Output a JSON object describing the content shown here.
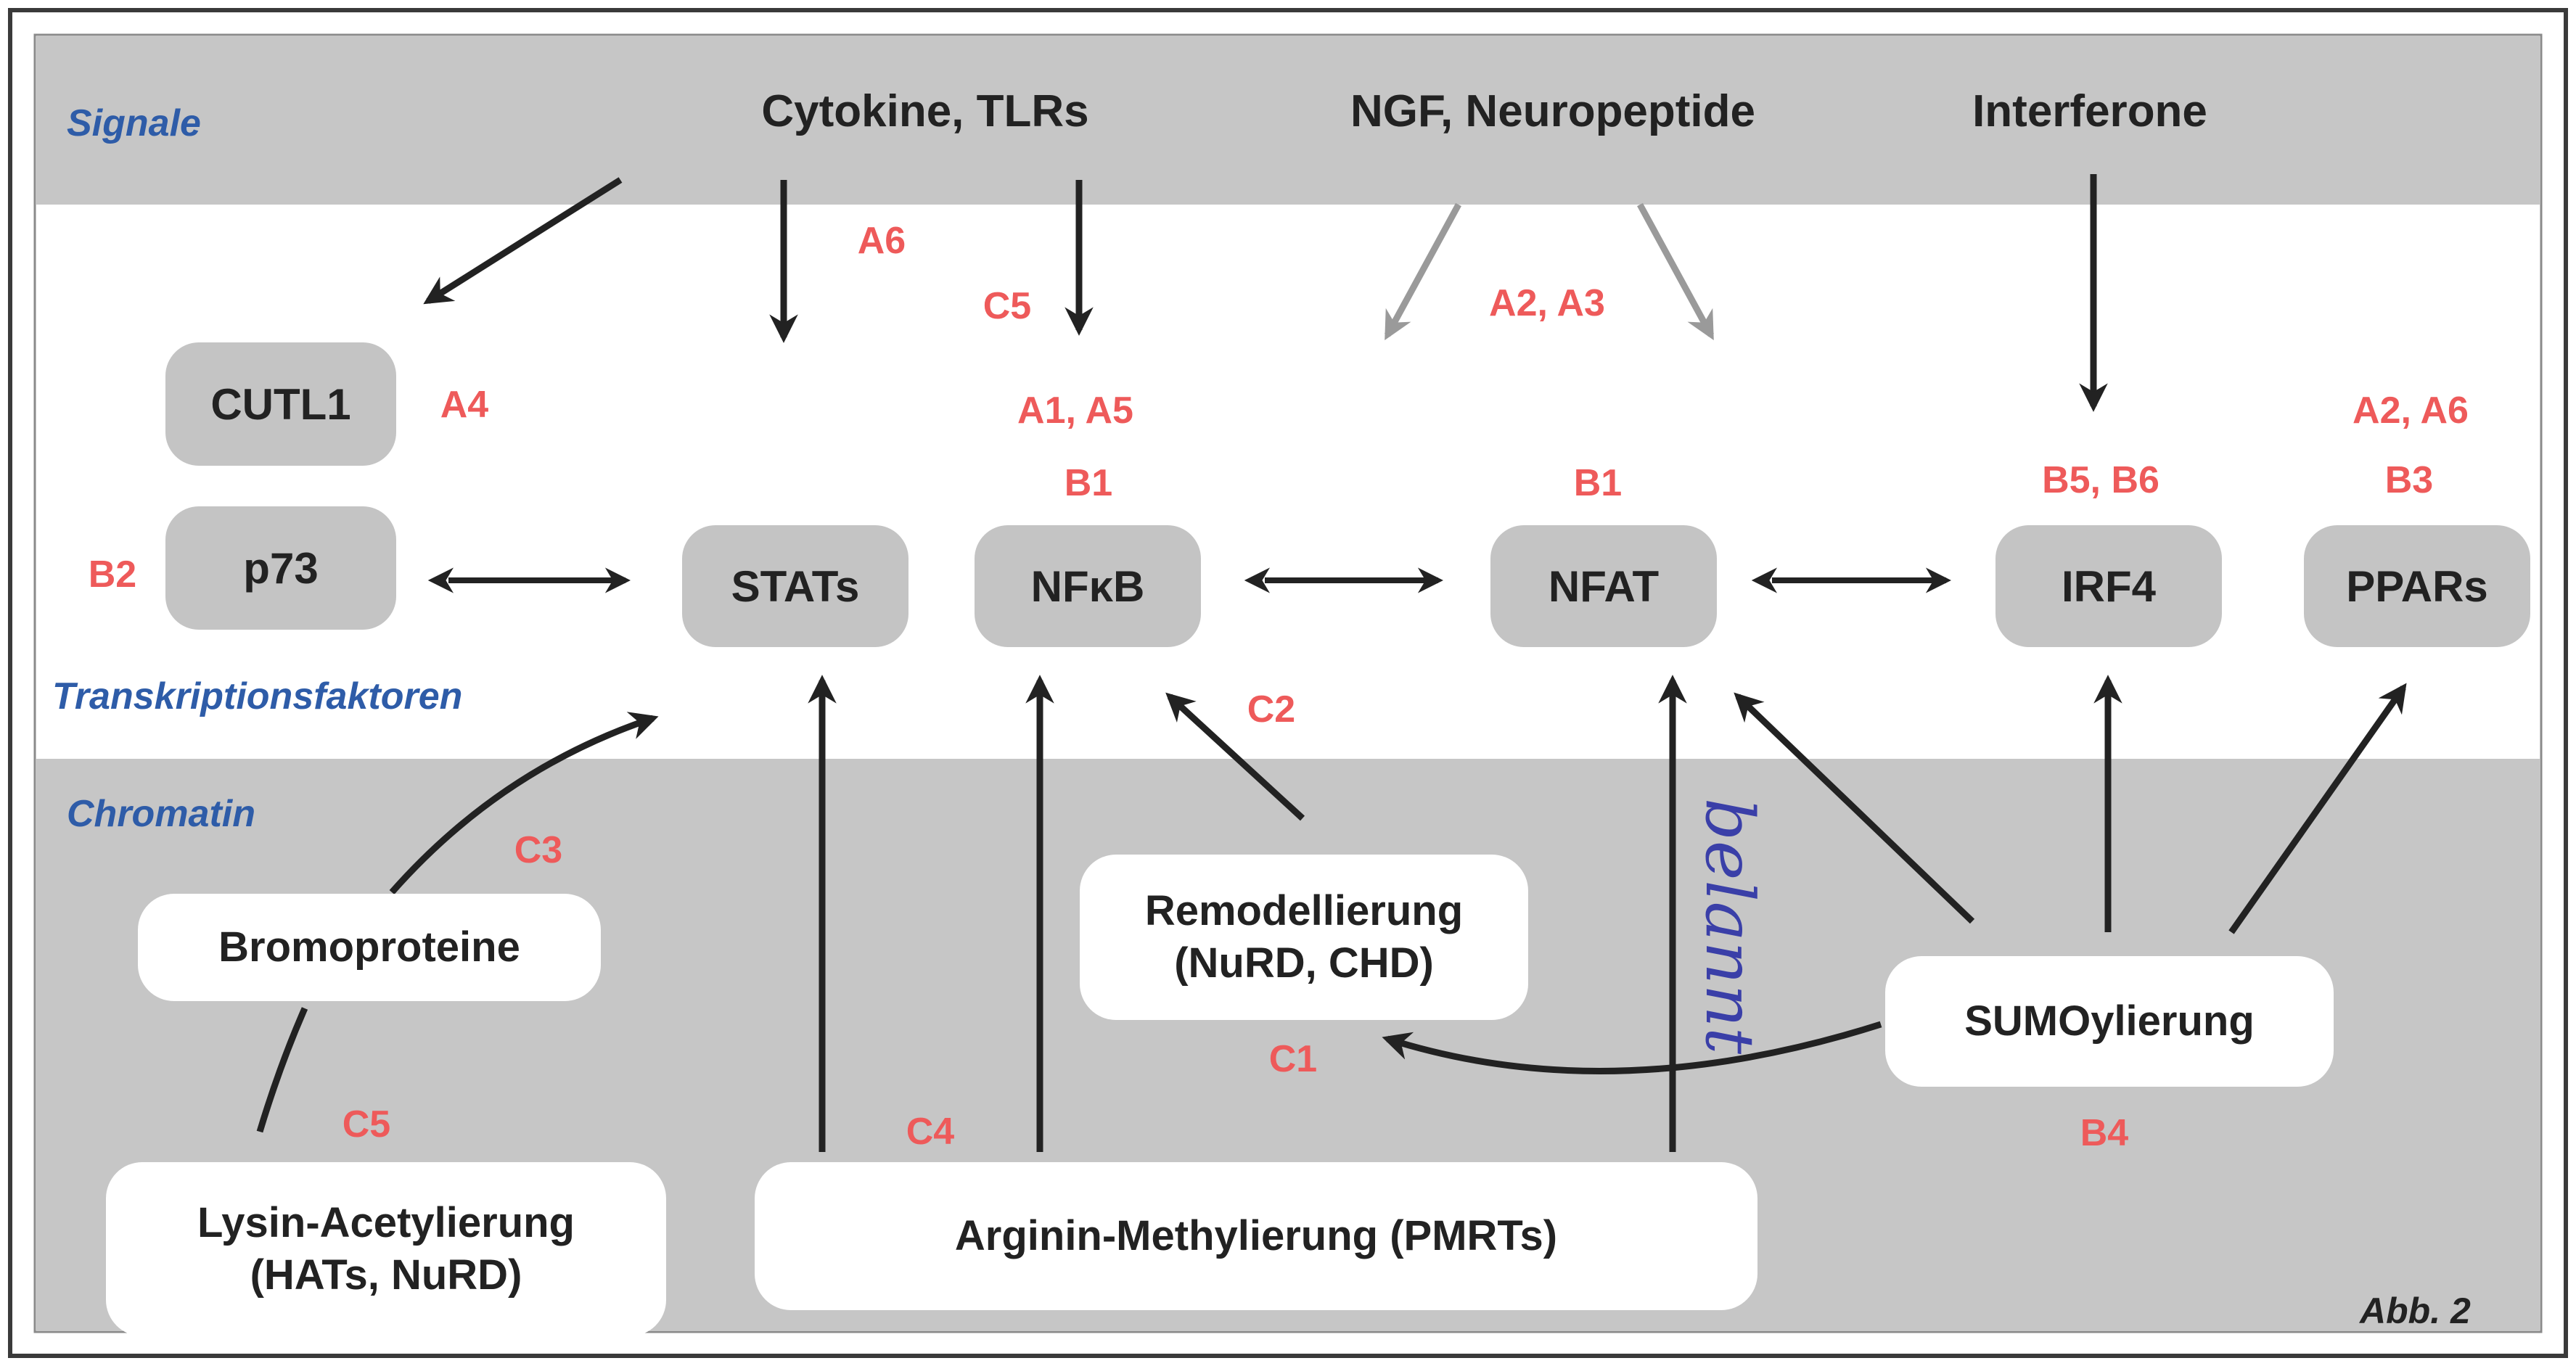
{
  "sections": {
    "signals": "Signale",
    "transcription_factors": "Transkriptionsfaktoren",
    "chromatin": "Chromatin"
  },
  "signals": {
    "cytokines": "Cytokine, TLRs",
    "ngf": "NGF, Neuropeptide",
    "interferons": "Interferone"
  },
  "transcription_factors": {
    "cutl1": "CUTL1",
    "p73": "p73",
    "stats": "STATs",
    "nfkb": "NFκB",
    "nfat": "NFAT",
    "irf4": "IRF4",
    "ppars": "PPARs"
  },
  "chromatin_processes": {
    "bromoproteins": "Bromoproteine",
    "remodeling_line1": "Remodellierung",
    "remodeling_line2": "(NuRD, CHD)",
    "sumoylation": "SUMOylierung",
    "lysine_acetylation_line1": "Lysin-Acetylierung",
    "lysine_acetylation_line2": "(HATs, NuRD)",
    "arginine_methylation": "Arginin-Methylierung (PMRTs)"
  },
  "references": {
    "a6": "A6",
    "c5_top": "C5",
    "a2a3": "A2, A3",
    "a4": "A4",
    "a1a5": "A1, A5",
    "b1_nfkb": "B1",
    "b1_nfat": "B1",
    "a2a6": "A2, A6",
    "b5b6": "B5, B6",
    "b3": "B3",
    "b2": "B2",
    "c2": "C2",
    "c3": "C3",
    "c1": "C1",
    "c5_bottom": "C5",
    "c4": "C4",
    "b4": "B4"
  },
  "figure_label": "Abb. 2",
  "handwritten_note": "belannt",
  "colors": {
    "band_gray": "#c6c6c6",
    "tf_box_gray": "#c4c4c4",
    "reference_red": "#ee5a5a",
    "section_blue": "#2e5ca8",
    "arrow_black": "#222222",
    "arrow_gray": "#9a9a9a",
    "handwriting_blue": "#3a3fa8"
  }
}
